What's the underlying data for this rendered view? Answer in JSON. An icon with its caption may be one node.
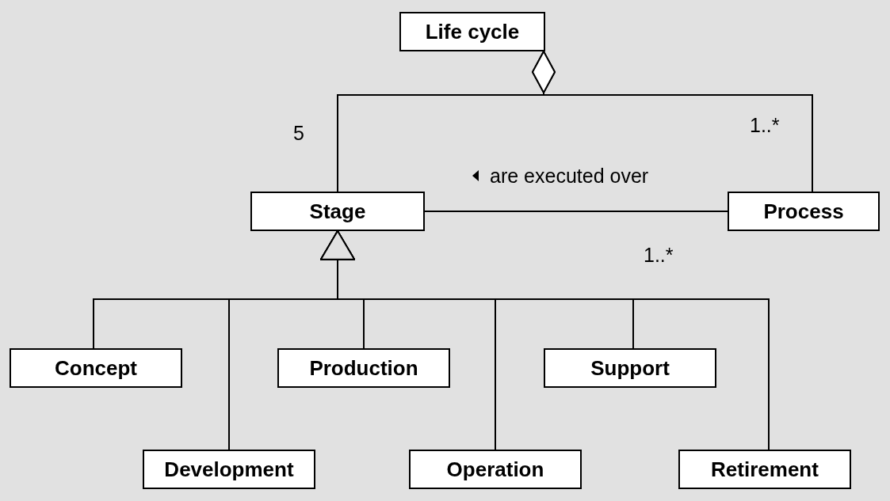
{
  "diagram": {
    "nodes": [
      {
        "text": [
          "Life cycle"
        ]
      },
      {
        "text": [
          "Stage"
        ]
      },
      {
        "text": [
          "Process"
        ]
      },
      {
        "text": [
          "Concept"
        ]
      },
      {
        "text": [
          "Development"
        ]
      },
      {
        "text": [
          "Production"
        ]
      },
      {
        "text": [
          "Operation"
        ]
      },
      {
        "text": [
          "Support"
        ]
      },
      {
        "text": [
          "Retirement"
        ]
      }
    ],
    "edges": [
      {
        "from": 0,
        "to": 1,
        "arrow": "other"
      },
      {
        "from": 0,
        "to": 2,
        "arrow": "other"
      },
      {
        "from": 1,
        "to": 2,
        "arrow": "none",
        "label": "are executed over"
      },
      {
        "from": 3,
        "to": 1,
        "arrow": "to"
      },
      {
        "from": 4,
        "to": 1,
        "arrow": "to"
      },
      {
        "from": 5,
        "to": 1,
        "arrow": "to"
      },
      {
        "from": 6,
        "to": 1,
        "arrow": "to"
      },
      {
        "from": 7,
        "to": 1,
        "arrow": "to"
      },
      {
        "from": 8,
        "to": 1,
        "arrow": "to"
      }
    ],
    "labels": [
      "5",
      "1..*",
      "1..*"
    ]
  }
}
